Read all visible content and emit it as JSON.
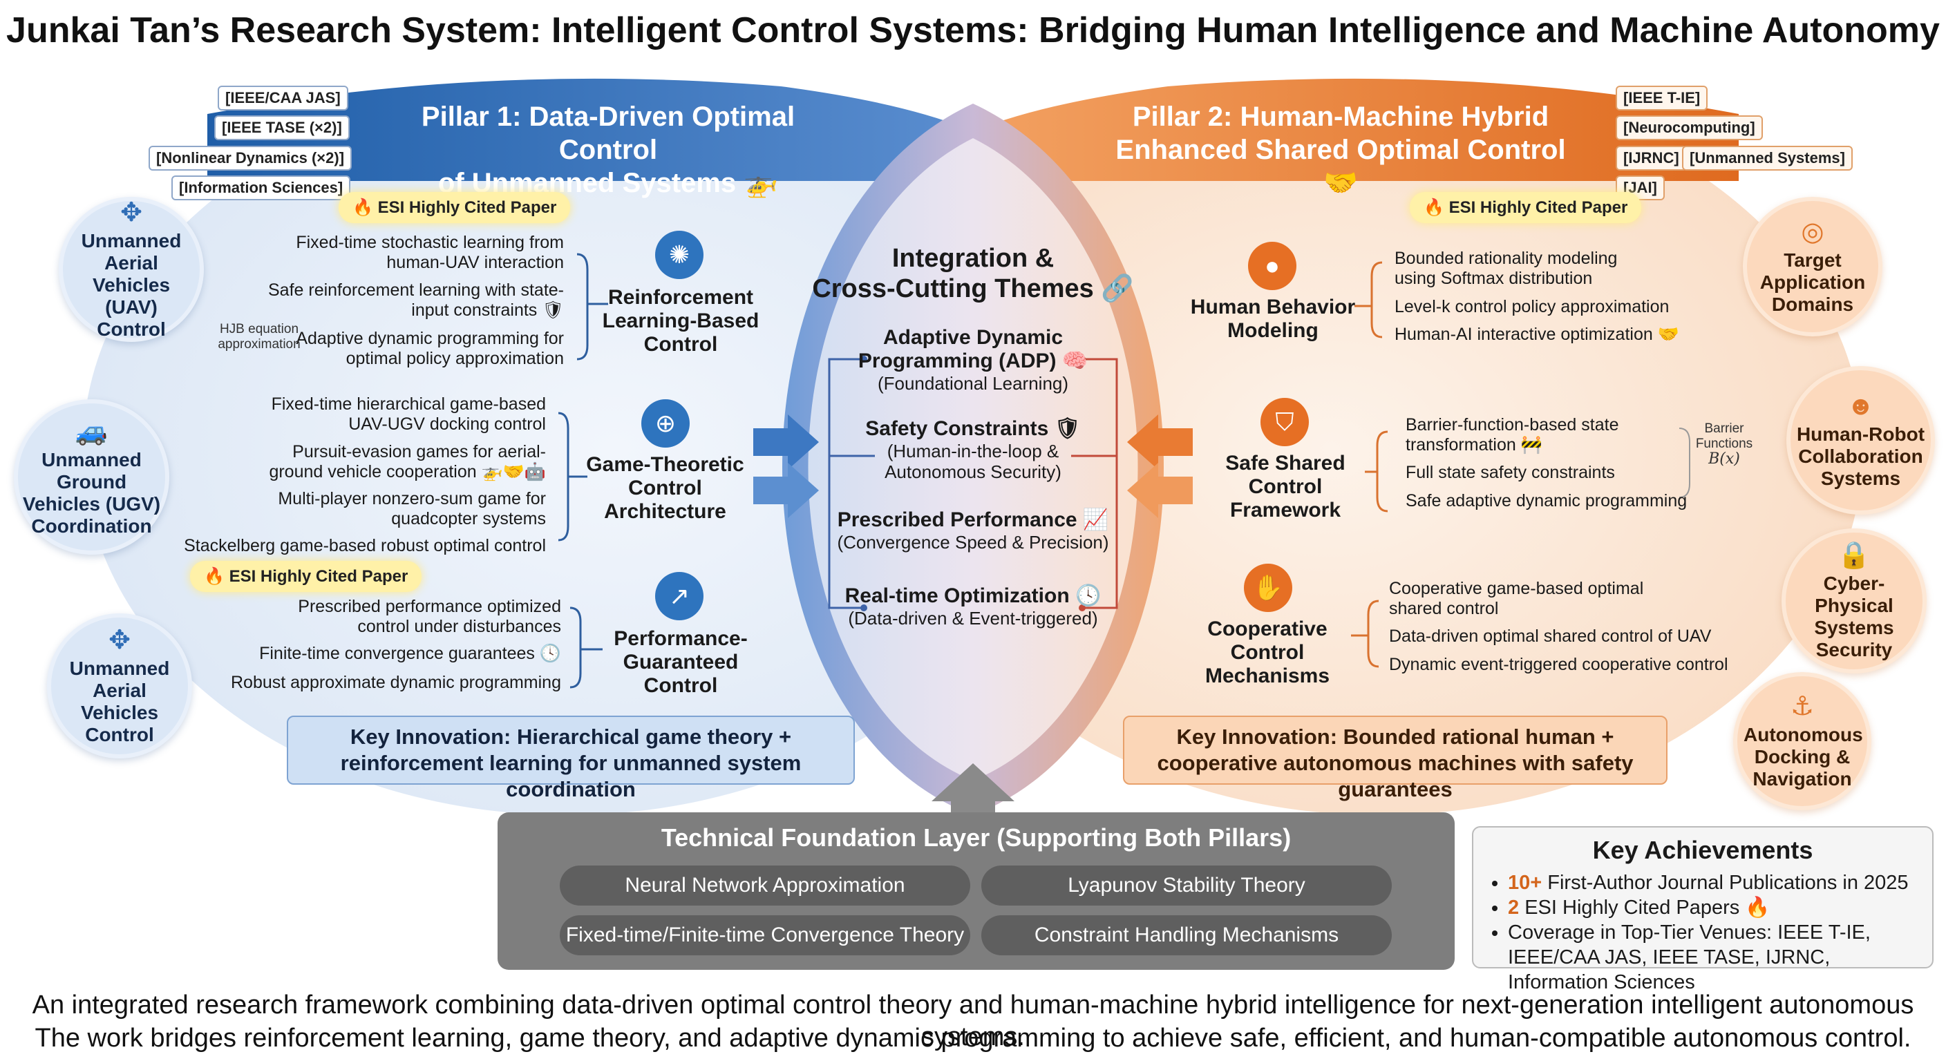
{
  "title": "Junkai Tan’s Research System: Intelligent Control Systems: Bridging Human Intelligence and Machine Autonomy",
  "colors": {
    "blue": "#2e74be",
    "orange": "#e66f24",
    "foundation": "#7e7e7e"
  },
  "pillar1": {
    "title_line1": "Pillar 1: Data-Driven Optimal Control",
    "title_line2": "of Unmanned Systems",
    "title_icon": "🚁",
    "venues": [
      "[IEEE/CAA JAS]",
      "[IEEE TASE (×2)]",
      "[Nonlinear Dynamics (×2)]",
      "[Information Sciences]"
    ],
    "esi_top": "ESI Highly Cited Paper",
    "esi_mid": "ESI Highly Cited Paper",
    "side_circles": [
      {
        "label": "Unmanned Aerial Vehicles (UAV) Control",
        "icon": "drone-icon"
      },
      {
        "label": "Unmanned Ground Vehicles (UGV) Coordination",
        "icon": "car-icon"
      },
      {
        "label": "Unmanned Aerial Vehicles Control",
        "icon": "drone-icon"
      }
    ],
    "hjb_note": "HJB equation approximation",
    "groups": [
      {
        "title": "Reinforcement Learning-Based Control",
        "icon": "brain-icon",
        "items": [
          "Fixed-time stochastic learning from human-UAV interaction",
          "Safe reinforcement learning with state-input constraints 🛡",
          "Adaptive dynamic programming for optimal policy approximation"
        ]
      },
      {
        "title": "Game-Theoretic Control Architecture",
        "icon": "gamepad-icon",
        "items": [
          "Fixed-time hierarchical game-based UAV-UGV docking control",
          "Pursuit-evasion games for aerial-ground vehicle cooperation 🚁🤝🤖",
          "Multi-player nonzero-sum game for quadcopter systems",
          "Stackelberg game-based robust optimal control"
        ]
      },
      {
        "title": "Performance-Guaranteed Control",
        "icon": "chart-line-icon",
        "items": [
          "Prescribed performance optimized control under disturbances",
          "Finite-time convergence guarantees 🕓",
          "Robust approximate dynamic programming"
        ]
      }
    ],
    "innovation": "Key Innovation: Hierarchical game theory + reinforcement learning for unmanned system coordination"
  },
  "pillar2": {
    "title_line1": "Pillar 2: Human-Machine Hybrid",
    "title_line2": "Enhanced Shared Optimal Control",
    "title_icon": "🤝",
    "venues": [
      "[IEEE T-IE]",
      "[Neurocomputing]",
      "[IJRNC]",
      "[Unmanned Systems]",
      "[JAI]"
    ],
    "esi_top": "ESI Highly Cited Paper",
    "side_circles": [
      {
        "label": "Target Application Domains",
        "icon": "target-icon"
      },
      {
        "label": "Human-Robot Collaboration Systems",
        "icon": "human-robot-icon"
      },
      {
        "label": "Cyber-Physical Systems Security",
        "icon": "lock-icon"
      },
      {
        "label": "Autonomous Docking & Navigation",
        "icon": "anchor-icon"
      }
    ],
    "barrier_note": "Barrier Functions",
    "barrier_formula": "B(x)",
    "groups": [
      {
        "title": "Human Behavior Modeling",
        "icon": "person-icon",
        "items": [
          "Bounded rationality modeling using Softmax distribution",
          "Level-k control policy approximation",
          "Human-AI interactive optimization 🤝"
        ]
      },
      {
        "title": "Safe Shared Control Framework",
        "icon": "shield-icon",
        "items": [
          "Barrier-function-based state transformation 🚧",
          "Full state safety constraints",
          "Safe adaptive dynamic programming"
        ]
      },
      {
        "title": "Cooperative Control Mechanisms",
        "icon": "handshake-icon",
        "items": [
          "Cooperative game-based optimal shared control",
          "Data-driven optimal shared control of UAV",
          "Dynamic event-triggered cooperative control"
        ]
      }
    ],
    "innovation": "Key Innovation: Bounded rational human + cooperative autonomous machines with safety guarantees"
  },
  "integration": {
    "title_line1": "Integration &",
    "title_line2": "Cross-Cutting Themes 🔗",
    "themes": [
      {
        "head": "Adaptive Dynamic Programming (ADP) 🧠",
        "sub": "(Foundational Learning)"
      },
      {
        "head": "Safety Constraints 🛡",
        "sub": "(Human-in-the-loop & Autonomous Security)"
      },
      {
        "head": "Prescribed Performance 📈",
        "sub": "(Convergence Speed & Precision)"
      },
      {
        "head": "Real-time Optimization 🕓",
        "sub": "(Data-driven & Event-triggered)"
      }
    ]
  },
  "foundation": {
    "title": "Technical Foundation Layer (Supporting Both Pillars)",
    "pills": [
      "Neural Network Approximation",
      "Lyapunov Stability Theory",
      "Fixed-time/Finite-time Convergence Theory",
      "Constraint Handling Mechanisms"
    ]
  },
  "achievements": {
    "title": "Key Achievements",
    "items": [
      {
        "num": "10+",
        "text": " First-Author Journal Publications in 2025"
      },
      {
        "num": "2",
        "text": " ESI Highly Cited Papers 🔥"
      },
      {
        "num": "",
        "text": "Coverage in Top-Tier Venues: IEEE T-IE, IEEE/CAA JAS, IEEE TASE, IJRNC, Information Sciences"
      }
    ]
  },
  "footer": {
    "line1": "An integrated research framework combining data-driven optimal control theory and human-machine hybrid intelligence for next-generation intelligent autonomous systems.",
    "line2": "The work bridges reinforcement learning, game theory, and adaptive dynamic programming to achieve safe, efficient, and human-compatible autonomous control."
  }
}
